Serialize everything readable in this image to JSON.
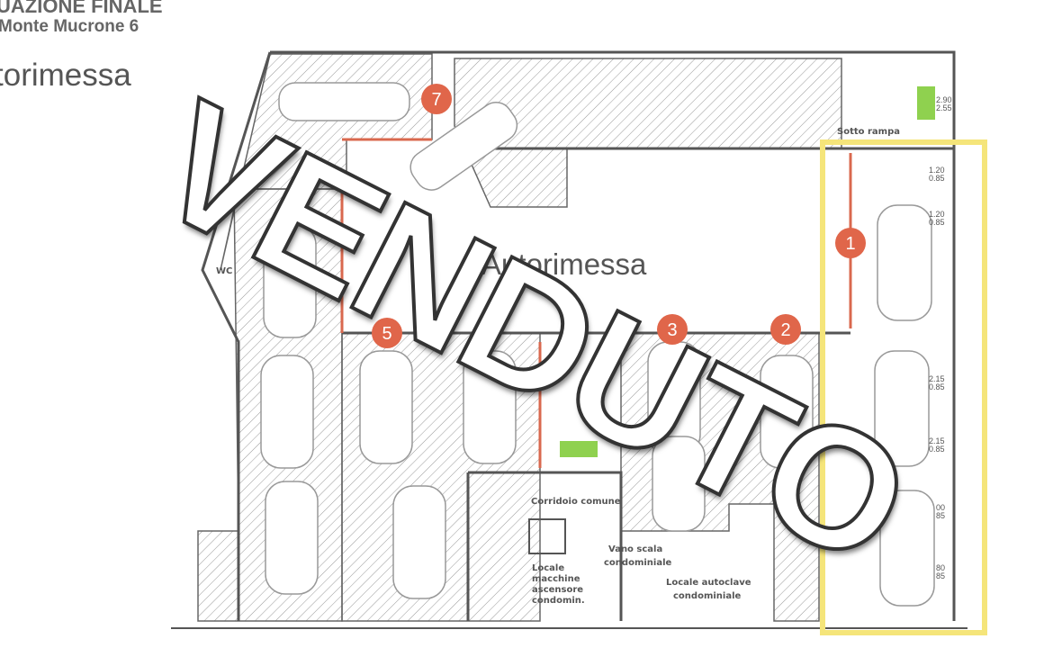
{
  "header": {
    "line1": "UAZIONE FINALE",
    "line2": "Monte Mucrone 6",
    "line3": "torimessa"
  },
  "plan": {
    "main_label": "Autorimessa",
    "rooms": {
      "wc": "WC",
      "sotto_rampa": "Sotto rampa",
      "corridoio": "Corridoio comune",
      "vano1": "Vano scala",
      "vano2": "condominiale",
      "locale1": "Locale",
      "locale2": "macchine",
      "locale3": "ascensore",
      "locale4": "condomin.",
      "autoclave1": "Locale autoclave",
      "autoclave2": "condominiale"
    },
    "spots": [
      "7",
      "1",
      "5",
      "3",
      "2"
    ],
    "dimensions": [
      [
        "2.90",
        "2.55"
      ],
      [
        "1.20",
        "0.85"
      ],
      [
        "1.20",
        "0.85"
      ],
      [
        "2.15",
        "0.85"
      ],
      [
        "2.15",
        "0.85"
      ],
      [
        "00",
        "85"
      ],
      [
        "80",
        "85"
      ]
    ],
    "colors": {
      "spot": "#e0664a",
      "highlight": "#f5e57a",
      "wall_red": "#d9684e",
      "green": "#8fd14f"
    }
  },
  "watermark": "VENDUTO"
}
